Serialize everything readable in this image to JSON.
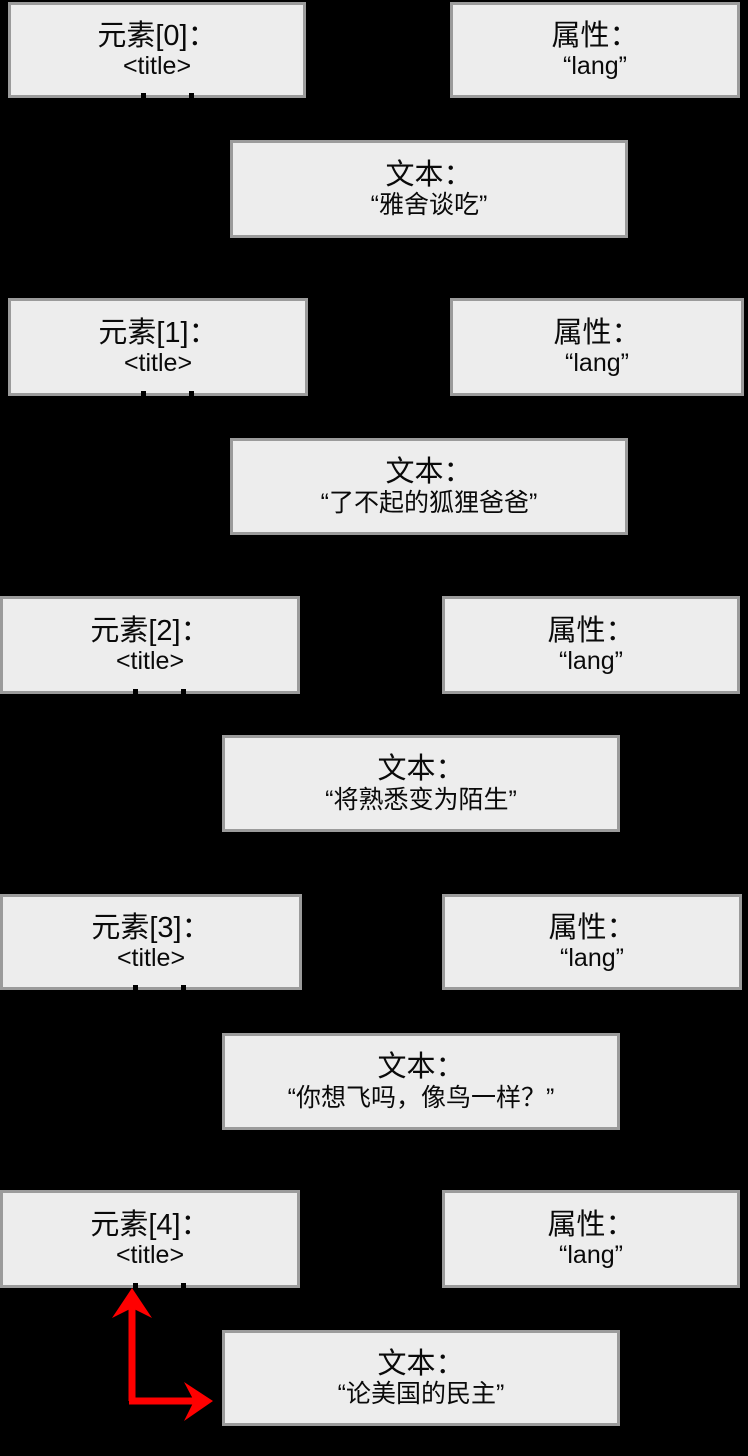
{
  "diagram": {
    "background_color": "#000000",
    "node_fill": "#ededed",
    "node_border": "#9b9b9b",
    "arrow_color": "#ff0000",
    "element_label_prefix": "元素",
    "attribute_label": "属性：",
    "text_label": "文本：",
    "element_tag": "<title>",
    "attribute_value": "“lang”"
  },
  "rows": [
    {
      "element": {
        "title": "元素[0]：",
        "tag": "<title>"
      },
      "attribute": {
        "title": "属性：",
        "value": "“lang”"
      },
      "text": {
        "title": "文本：",
        "value": "“雅舍谈吃”"
      }
    },
    {
      "element": {
        "title": "元素[1]：",
        "tag": "<title>"
      },
      "attribute": {
        "title": "属性：",
        "value": "“lang”"
      },
      "text": {
        "title": "文本：",
        "value": "“了不起的狐狸爸爸”"
      }
    },
    {
      "element": {
        "title": "元素[2]：",
        "tag": "<title>"
      },
      "attribute": {
        "title": "属性：",
        "value": "“lang”"
      },
      "text": {
        "title": "文本：",
        "value": "“将熟悉变为陌生”"
      }
    },
    {
      "element": {
        "title": "元素[3]：",
        "tag": "<title>"
      },
      "attribute": {
        "title": "属性：",
        "value": "“lang”"
      },
      "text": {
        "title": "文本：",
        "value": "“你想飞吗，像鸟一样？”"
      }
    },
    {
      "element": {
        "title": "元素[4]：",
        "tag": "<title>"
      },
      "attribute": {
        "title": "属性：",
        "value": "“lang”"
      },
      "text": {
        "title": "文本：",
        "value": "“论美国的民主”"
      }
    }
  ],
  "annotation": {
    "arrow_name": "red-corner-double-arrow",
    "arrow_color": "#ff0000"
  }
}
